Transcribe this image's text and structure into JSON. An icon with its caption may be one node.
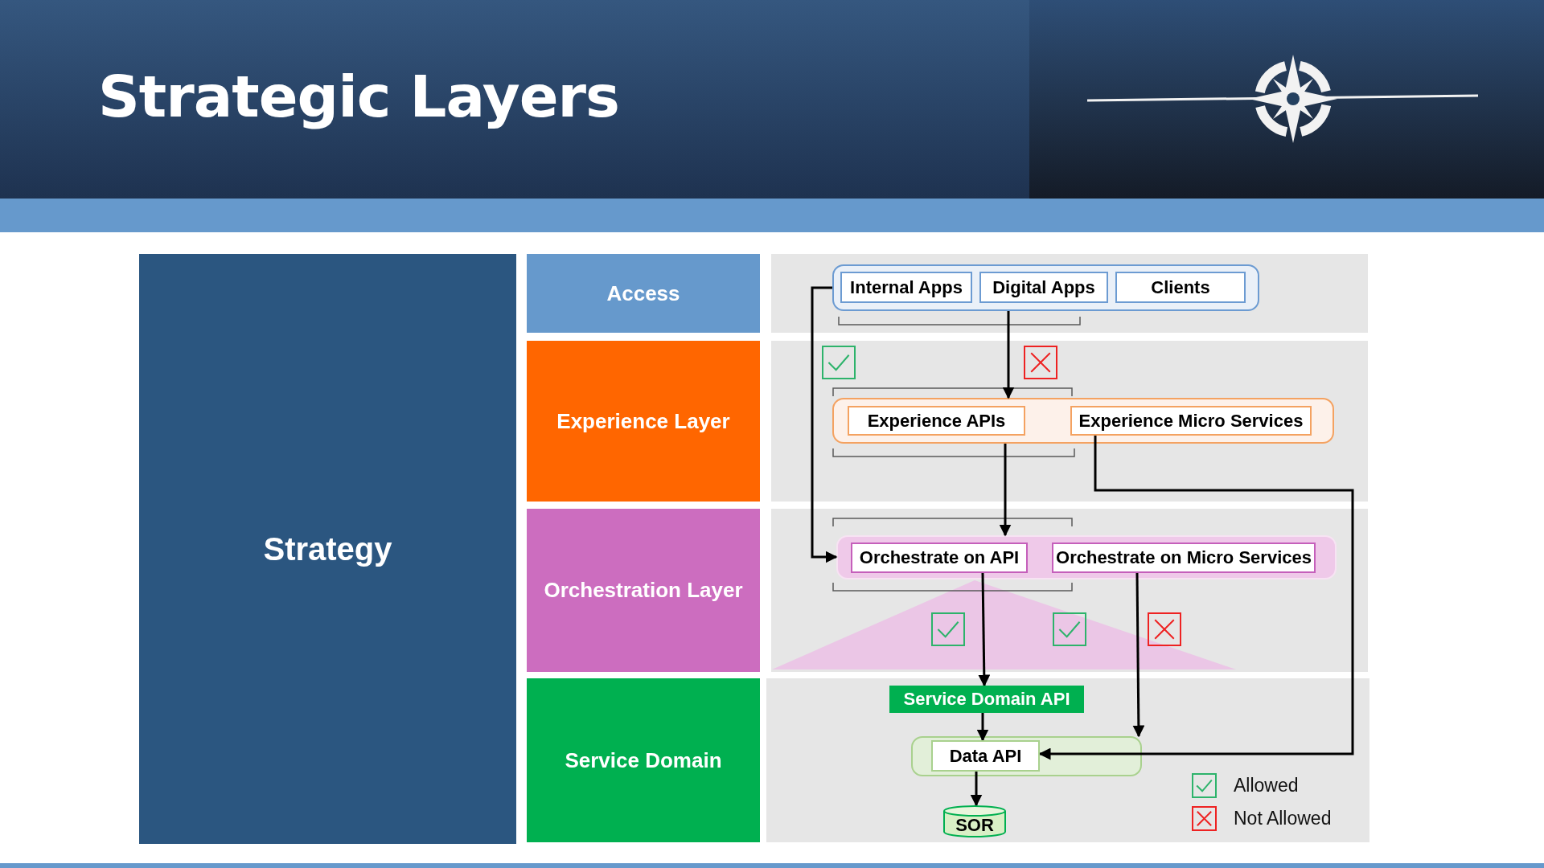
{
  "diagram": {
    "title": "Strategic Layers",
    "nodes": [
      {
        "text": [
          "Strategy"
        ]
      },
      {
        "text": [
          "Access"
        ]
      },
      {
        "text": [
          "Experience Layer"
        ]
      },
      {
        "text": [
          "Orchestration Layer"
        ]
      },
      {
        "text": [
          "Service Domain"
        ]
      },
      {
        "text": [],
        "shape": "box"
      },
      {
        "text": [
          "Internal Apps"
        ],
        "in": 5
      },
      {
        "text": [
          "Digital Apps"
        ],
        "in": 5
      },
      {
        "text": [
          "Clients"
        ],
        "in": 5
      },
      {
        "text": [],
        "shape": "box"
      },
      {
        "text": [
          "Experience APIs"
        ],
        "in": 9
      },
      {
        "text": [
          "Experience Micro Services"
        ],
        "in": 9
      },
      {
        "text": [],
        "shape": "box"
      },
      {
        "text": [
          "Orchestrate on API"
        ],
        "in": 12
      },
      {
        "text": [
          "Orchestrate on Micro Services"
        ],
        "in": 12
      },
      {
        "text": [
          "Service Domain API"
        ]
      },
      {
        "text": [],
        "shape": "box"
      },
      {
        "text": [
          "Data API"
        ],
        "in": 16
      },
      {
        "text": [
          "SOR"
        ]
      }
    ],
    "edges": [
      {
        "from": 5,
        "to": 9,
        "arrow": "to"
      },
      {
        "from": 5,
        "to": 12,
        "arrow": "to"
      },
      {
        "from": 9,
        "to": 12,
        "arrow": "to"
      },
      {
        "from": 11,
        "to": 17,
        "arrow": "to"
      },
      {
        "from": 13,
        "to": 15,
        "arrow": "to"
      },
      {
        "from": 14,
        "to": 16,
        "arrow": "to"
      },
      {
        "from": 15,
        "to": 17,
        "arrow": "to"
      },
      {
        "from": 17,
        "to": 18,
        "arrow": "to"
      }
    ],
    "legend": [
      {
        "text": "Allowed"
      },
      {
        "text": "Not Allowed"
      }
    ]
  }
}
